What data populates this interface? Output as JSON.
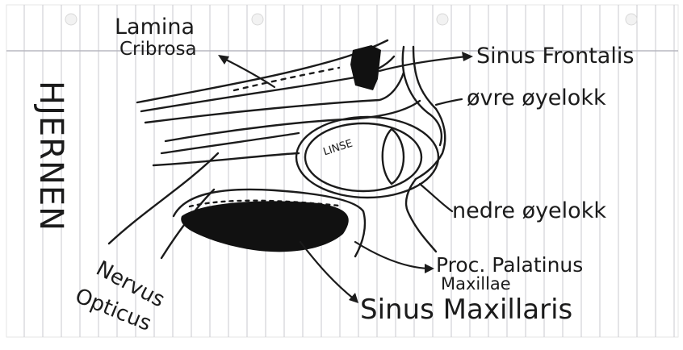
{
  "title": "HJERNEN",
  "labels": {
    "lamina_line1": "Lamina",
    "lamina_line2": "Cribrosa",
    "sinus_frontalis": "Sinus Frontalis",
    "ovre_oyelokk": "øvre øyelokk",
    "linse": "LINSE",
    "nedre_oyelokk": "nedre øyelokk",
    "proc_line1": "Proc. Palatinus",
    "proc_line2": "Maxillae",
    "nervus_line1": "Nervus",
    "nervus_line2": "Opticus",
    "sinus_maxillaris": "Sinus Maxillaris"
  },
  "colors": {
    "ink": "#1b1b1b",
    "paper": "#ffffff",
    "rule_line": "#c9c9cf",
    "margin_line": "#e3b0b0"
  }
}
